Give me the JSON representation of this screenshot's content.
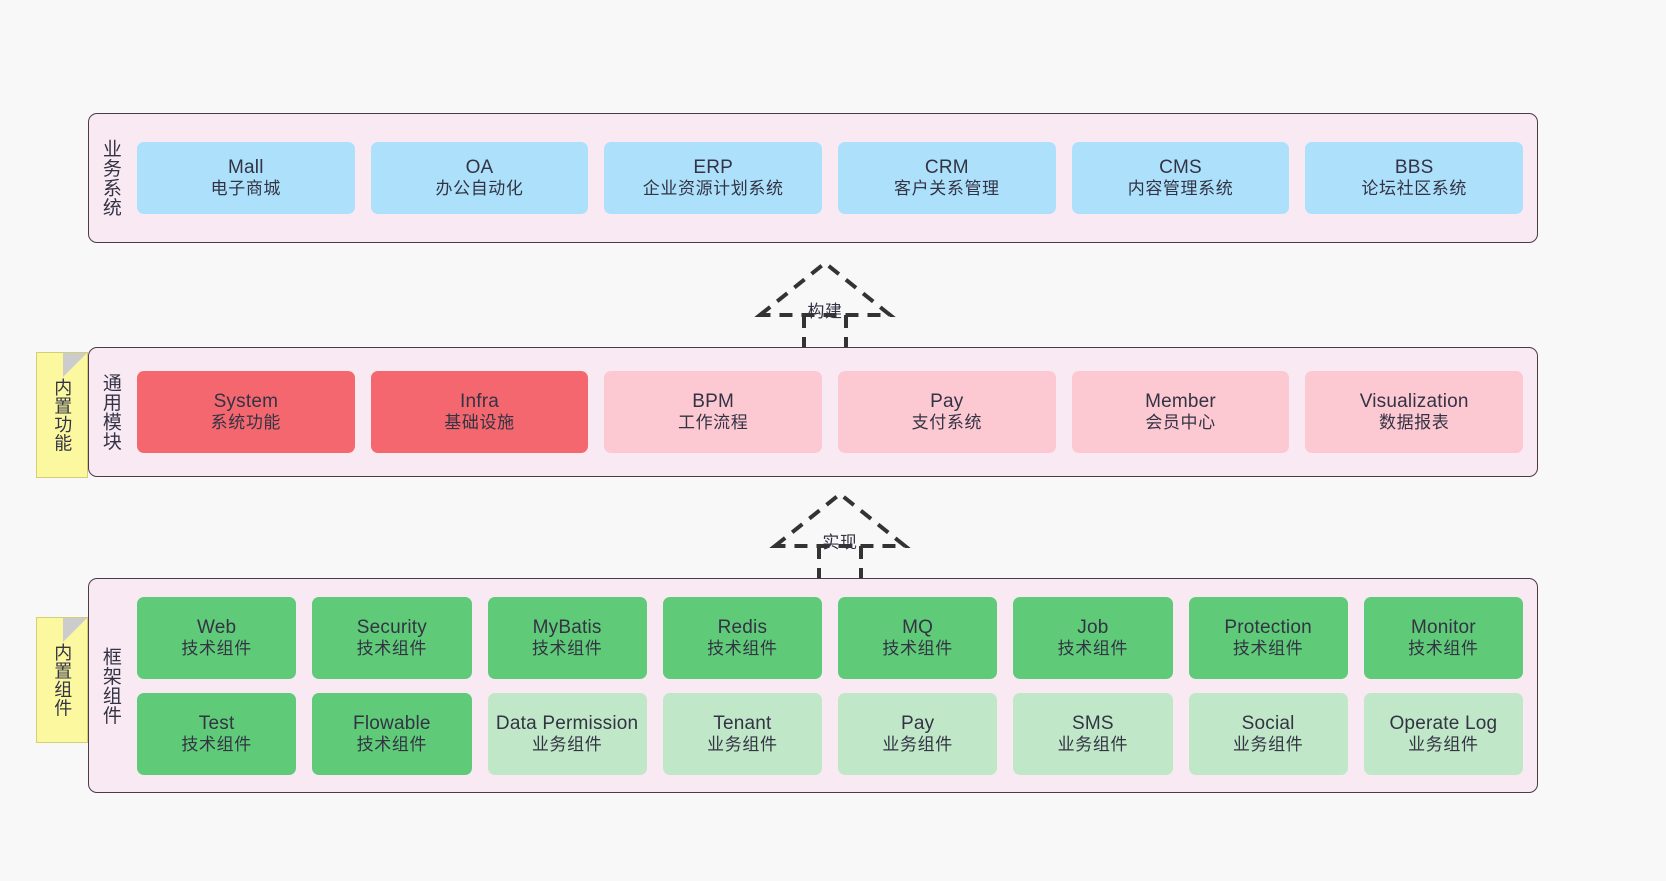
{
  "diagram": {
    "background_color": "#f8f8f8",
    "panel_color": "#f9e9f3",
    "panel_border_color": "#4b3b46"
  },
  "layers": [
    {
      "id": "business-system",
      "title": "业务系统",
      "card_color": "#ade1fb",
      "rows": [
        {
          "cards": [
            {
              "en": "Mall",
              "cn": "电子商城",
              "color": "#ade1fb"
            },
            {
              "en": "OA",
              "cn": "办公自动化",
              "color": "#ade1fb"
            },
            {
              "en": "ERP",
              "cn": "企业资源计划系统",
              "color": "#ade1fb"
            },
            {
              "en": "CRM",
              "cn": "客户关系管理",
              "color": "#ade1fb"
            },
            {
              "en": "CMS",
              "cn": "内容管理系统",
              "color": "#ade1fb"
            },
            {
              "en": "BBS",
              "cn": "论坛社区系统",
              "color": "#ade1fb"
            }
          ]
        }
      ]
    },
    {
      "id": "common-modules",
      "title": "通用模块",
      "rows": [
        {
          "cards": [
            {
              "en": "System",
              "cn": "系统功能",
              "color": "#f4676e"
            },
            {
              "en": "Infra",
              "cn": "基础设施",
              "color": "#f4676e"
            },
            {
              "en": "BPM",
              "cn": "工作流程",
              "color": "#fcc8d2"
            },
            {
              "en": "Pay",
              "cn": "支付系统",
              "color": "#fcc8d2"
            },
            {
              "en": "Member",
              "cn": "会员中心",
              "color": "#fcc8d2"
            },
            {
              "en": "Visualization",
              "cn": "数据报表",
              "color": "#fcc8d2"
            }
          ]
        }
      ]
    },
    {
      "id": "framework-components",
      "title": "框架组件",
      "rows": [
        {
          "cards": [
            {
              "en": "Web",
              "cn": "技术组件",
              "color": "#5fcb78"
            },
            {
              "en": "Security",
              "cn": "技术组件",
              "color": "#5fcb78"
            },
            {
              "en": "MyBatis",
              "cn": "技术组件",
              "color": "#5fcb78"
            },
            {
              "en": "Redis",
              "cn": "技术组件",
              "color": "#5fcb78"
            },
            {
              "en": "MQ",
              "cn": "技术组件",
              "color": "#5fcb78"
            },
            {
              "en": "Job",
              "cn": "技术组件",
              "color": "#5fcb78"
            },
            {
              "en": "Protection",
              "cn": "技术组件",
              "color": "#5fcb78"
            },
            {
              "en": "Monitor",
              "cn": "技术组件",
              "color": "#5fcb78"
            }
          ]
        },
        {
          "cards": [
            {
              "en": "Test",
              "cn": "技术组件",
              "color": "#5fcb78"
            },
            {
              "en": "Flowable",
              "cn": "技术组件",
              "color": "#5fcb78"
            },
            {
              "en": "Data Permission",
              "cn": "业务组件",
              "color": "#c0e8c8"
            },
            {
              "en": "Tenant",
              "cn": "业务组件",
              "color": "#c0e8c8"
            },
            {
              "en": "Pay",
              "cn": "业务组件",
              "color": "#c0e8c8"
            },
            {
              "en": "SMS",
              "cn": "业务组件",
              "color": "#c0e8c8"
            },
            {
              "en": "Social",
              "cn": "业务组件",
              "color": "#c0e8c8"
            },
            {
              "en": "Operate Log",
              "cn": "业务组件",
              "color": "#c0e8c8"
            }
          ]
        }
      ]
    }
  ],
  "notes": [
    {
      "id": "builtin-features",
      "text": "内置功能",
      "color": "#fbf8a0"
    },
    {
      "id": "builtin-components",
      "text": "内置组件",
      "color": "#fbf8a0"
    }
  ],
  "connectors": [
    {
      "id": "build",
      "label": "构建",
      "style": "dashed-generalization",
      "direction": "up"
    },
    {
      "id": "implement",
      "label": "实现",
      "style": "dashed-generalization",
      "direction": "up"
    }
  ]
}
